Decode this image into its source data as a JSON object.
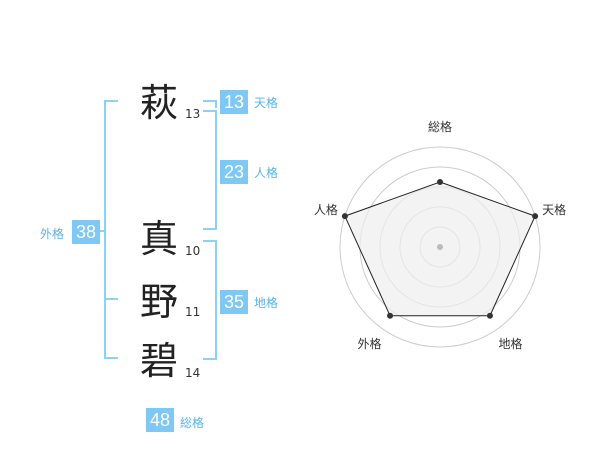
{
  "name": {
    "chars": [
      {
        "char": "萩",
        "strokes": "13"
      },
      {
        "char": "真",
        "strokes": "10"
      },
      {
        "char": "野",
        "strokes": "11"
      },
      {
        "char": "碧",
        "strokes": "14"
      }
    ]
  },
  "kakusu": {
    "tenkaku": {
      "label": "天格",
      "value": "13"
    },
    "jinkaku": {
      "label": "人格",
      "value": "23"
    },
    "chikaku": {
      "label": "地格",
      "value": "35"
    },
    "gaikaku": {
      "label": "外格",
      "value": "38"
    },
    "soukaku": {
      "label": "総格",
      "value": "48"
    }
  },
  "chart_data": {
    "type": "radar",
    "axes": [
      "総格",
      "天格",
      "地格",
      "外格",
      "人格"
    ],
    "values": [
      0.65,
      1.0,
      0.85,
      0.85,
      1.0
    ],
    "grid_levels": 5,
    "colors": {
      "fill": "#eeeeee",
      "stroke": "#222222",
      "grid": "#cccccc",
      "dot": "#333333"
    }
  }
}
